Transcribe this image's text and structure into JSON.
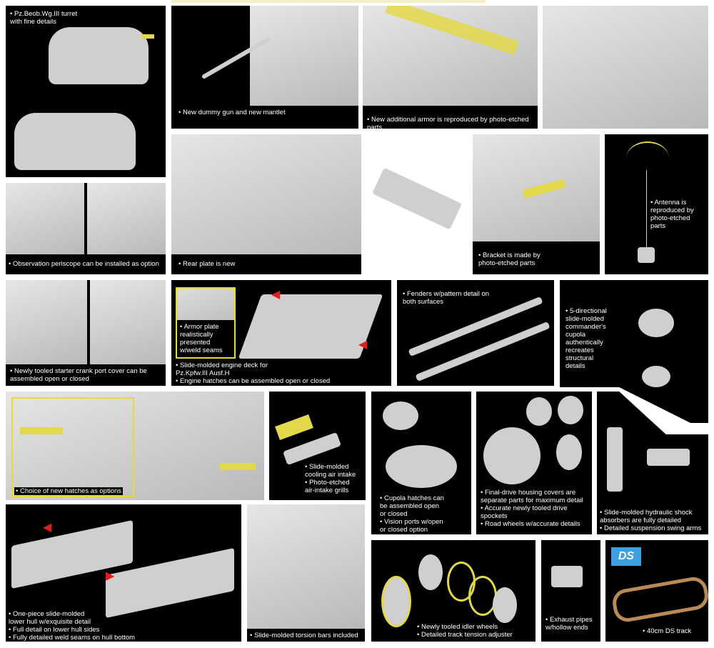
{
  "panels": {
    "turret": "• Pz.Beob.Wg.III turret\n  with fine details",
    "gun": "• New dummy gun and new mantlet",
    "armor": "• New additional armor is reproduced by photo-etched parts",
    "periscope": "• Observation periscope can be installed as option",
    "rear": "• Rear plate is new",
    "bracket": "• Bracket is made by\n  photo-etched parts",
    "antenna": "• Antenna is\n  reproduced by\n  photo-etched\n  parts",
    "crank": "• Newly tooled starter crank port cover can be\n  assembled  open or closed",
    "armor_plate": "• Armor plate\n  realistically\n  presented\n  w/weld seams",
    "engine_deck": "• Slide-molded engine deck for\n  Pz.Kpfw.III Ausf.H\n• Engine hatches can be assembled open or closed",
    "fenders": "• Fenders w/pattern detail on\n  both surfaces",
    "cupola": "• 5-directional\n  slide-molded\n  commander's\n  cupola\n  authentically\n  recreates\n  structural\n  details",
    "hatches": "• Choice of new hatches as options",
    "cooling": "• Slide-molded\n  cooling air intake\n• Photo-etched\n  air-intake grills",
    "cupola_hatches": "• Cupola hatches can\n  be assembled open\n  or closed\n• Vision ports w/open\n  or closed option",
    "final_drive": "• Final-drive housing covers are\n  separate parts for maximum detail\n• Accurate newly tooled drive\n  spockets\n• Road wheels w/accurate details",
    "shock": "• Slide-molded hydraulic shock\n  absorbers are fully detailed\n• Detailed suspension swing arms",
    "hull": "• One-piece slide-molded\n  lower hull w/exquisite detail\n• Full detail on lower hull sides\n• Fully detailed weld seams on hull bottom",
    "torsion": "• Slide-molded torsion bars included",
    "idler": "• Newly tooled idler wheels\n• Detailed track tension adjuster",
    "exhaust": "• Exhaust pipes\n  w/hollow ends",
    "track": "• 40cm DS track"
  },
  "ds_logo": "DS",
  "colors": {
    "panel": "#000000",
    "photo_etch": "#e3d84a",
    "arrow": "#e02020"
  }
}
